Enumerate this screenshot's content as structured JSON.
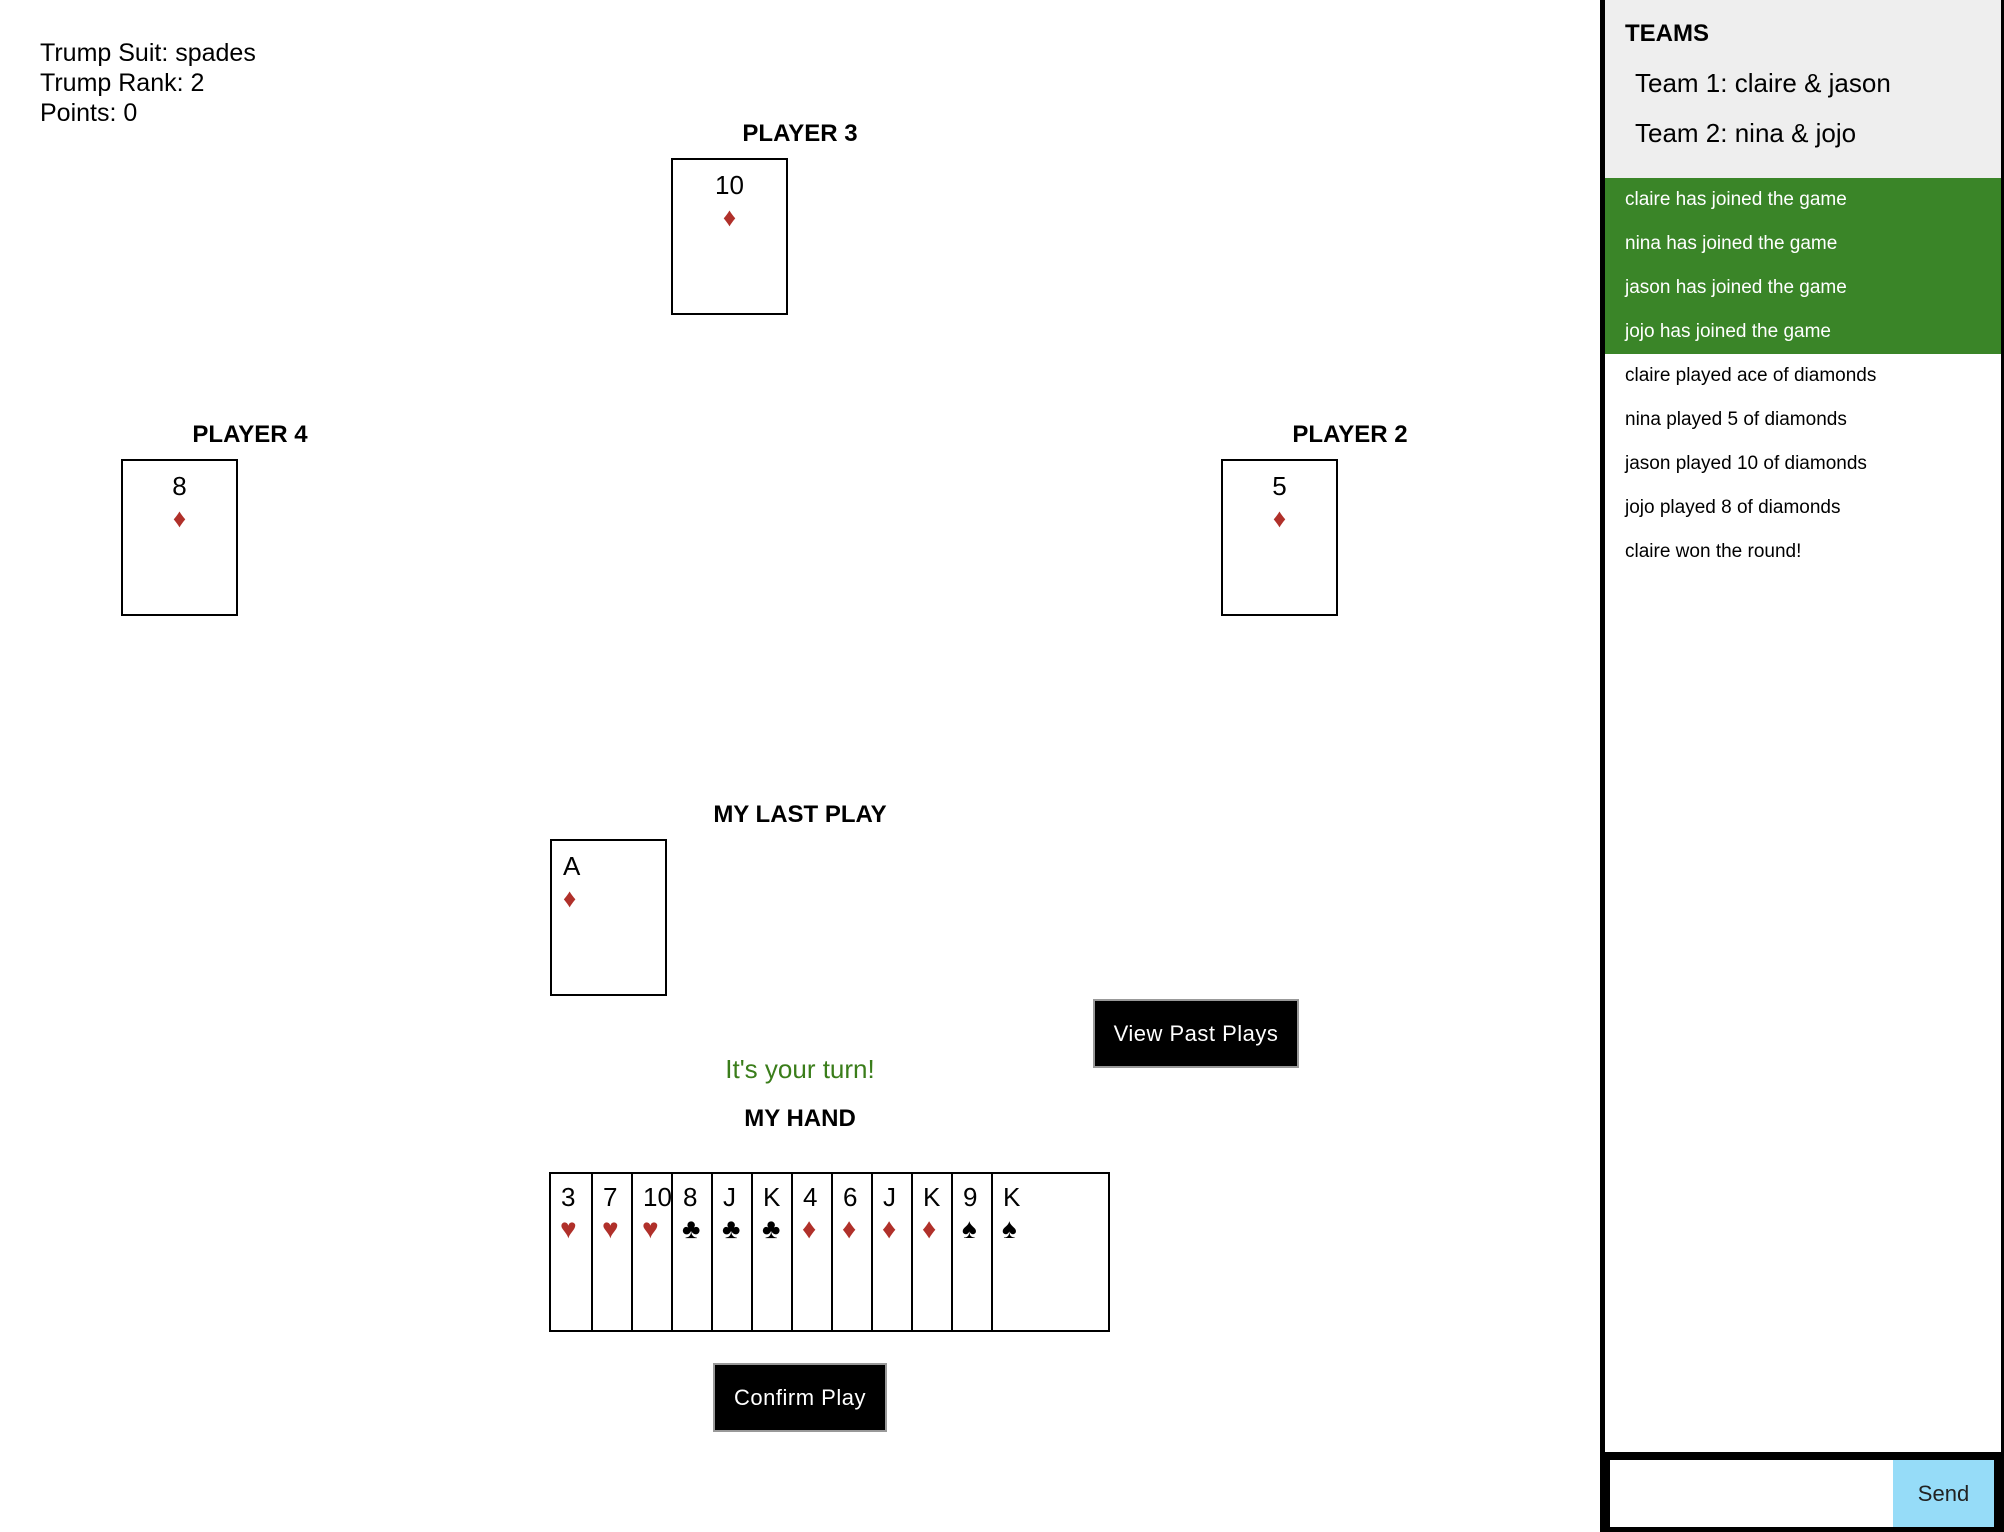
{
  "info": {
    "trump_suit": "Trump Suit: spades",
    "trump_rank": "Trump Rank: 2",
    "points": "Points: 0"
  },
  "players": {
    "player3": {
      "label": "PLAYER 3",
      "card": {
        "rank": "10",
        "suit": "♦",
        "color": "red"
      }
    },
    "player4": {
      "label": "PLAYER 4",
      "card": {
        "rank": "8",
        "suit": "♦",
        "color": "red"
      }
    },
    "player2": {
      "label": "PLAYER 2",
      "card": {
        "rank": "5",
        "suit": "♦",
        "color": "red"
      }
    }
  },
  "last_play": {
    "label": "MY LAST PLAY",
    "card": {
      "rank": "A",
      "suit": "♦",
      "color": "red"
    }
  },
  "turn_message": "It's your turn!",
  "buttons": {
    "past_plays": "View Past Plays",
    "confirm": "Confirm Play",
    "send": "Send"
  },
  "hand": {
    "label": "MY HAND",
    "cards": [
      {
        "rank": "3",
        "suit": "♥",
        "color": "red"
      },
      {
        "rank": "7",
        "suit": "♥",
        "color": "red"
      },
      {
        "rank": "10",
        "suit": "♥",
        "color": "red"
      },
      {
        "rank": "8",
        "suit": "♣",
        "color": "black"
      },
      {
        "rank": "J",
        "suit": "♣",
        "color": "black"
      },
      {
        "rank": "K",
        "suit": "♣",
        "color": "black"
      },
      {
        "rank": "4",
        "suit": "♦",
        "color": "red"
      },
      {
        "rank": "6",
        "suit": "♦",
        "color": "red"
      },
      {
        "rank": "J",
        "suit": "♦",
        "color": "red"
      },
      {
        "rank": "K",
        "suit": "♦",
        "color": "red"
      },
      {
        "rank": "9",
        "suit": "♠",
        "color": "black"
      },
      {
        "rank": "K",
        "suit": "♠",
        "color": "black"
      }
    ]
  },
  "teams": {
    "title": "TEAMS",
    "team1": "Team 1: claire & jason",
    "team2": "Team 2: nina & jojo"
  },
  "log": [
    {
      "text": "claire has joined the game",
      "type": "join"
    },
    {
      "text": "nina has joined the game",
      "type": "join"
    },
    {
      "text": "jason has joined the game",
      "type": "join"
    },
    {
      "text": "jojo has joined the game",
      "type": "join"
    },
    {
      "text": "claire played ace of diamonds",
      "type": "play"
    },
    {
      "text": "nina played 5 of diamonds",
      "type": "play"
    },
    {
      "text": "jason played 10 of diamonds",
      "type": "play"
    },
    {
      "text": "jojo played 8 of diamonds",
      "type": "play"
    },
    {
      "text": "claire won the round!",
      "type": "play"
    }
  ],
  "chat": {
    "value": "",
    "placeholder": ""
  },
  "colors": {
    "red_suit": "#b0302a",
    "join_bg": "#3a8528",
    "turn_text": "#3a7d1a",
    "send_bg": "#96dcf8",
    "teams_bg": "#eeeeee"
  }
}
